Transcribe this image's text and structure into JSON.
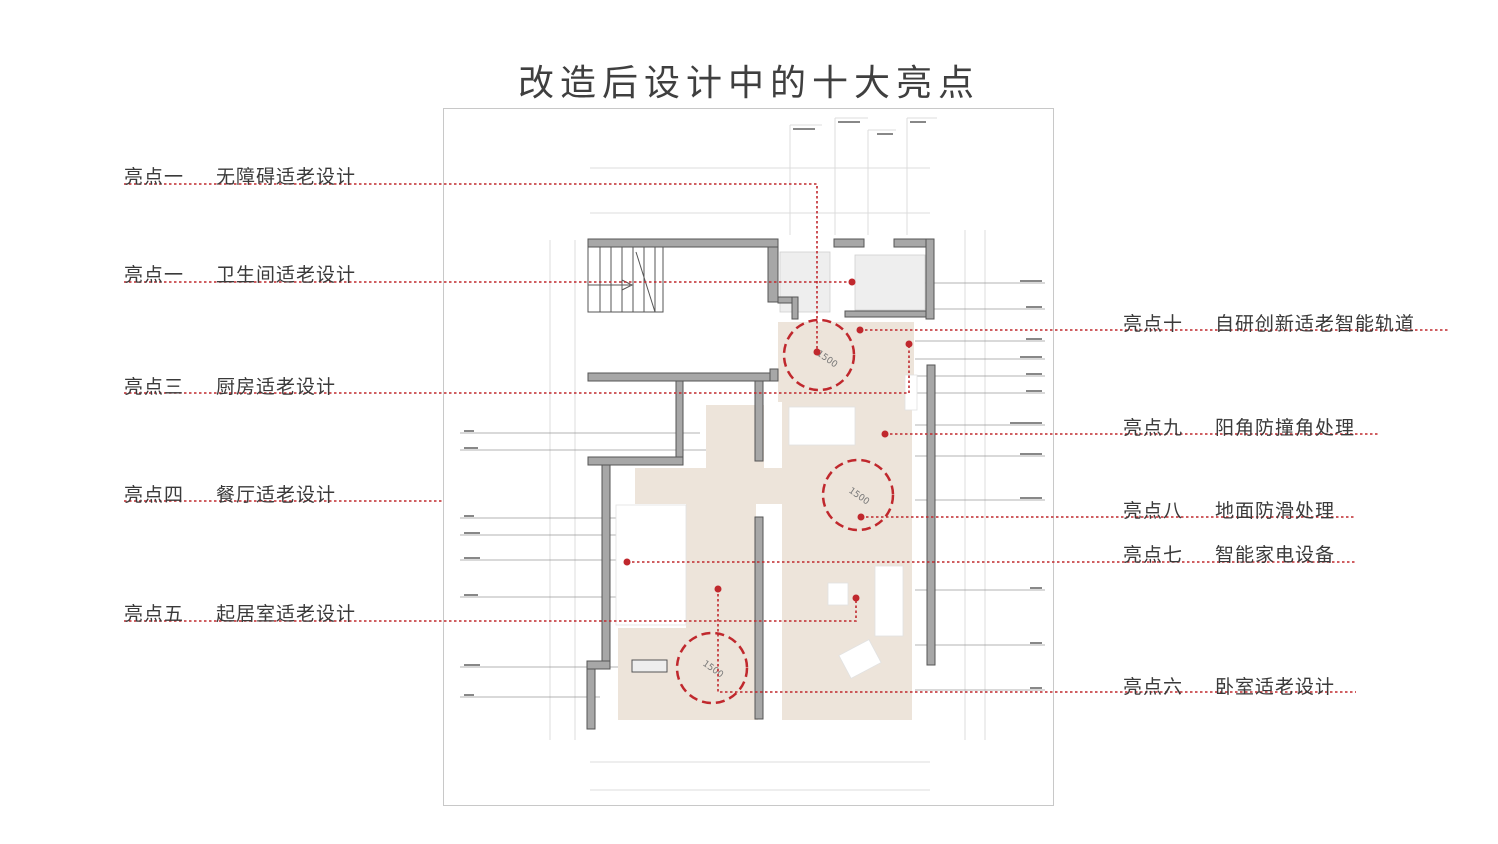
{
  "title": "改造后设计中的十大亮点",
  "accent_color": "#c0282d",
  "highlights_left": [
    {
      "num": "亮点一",
      "text": "无障碍适老设计"
    },
    {
      "num": "亮点一",
      "text": "卫生间适老设计"
    },
    {
      "num": "亮点三",
      "text": "厨房适老设计"
    },
    {
      "num": "亮点四",
      "text": "餐厅适老设计"
    },
    {
      "num": "亮点五",
      "text": "起居室适老设计"
    }
  ],
  "highlights_right": [
    {
      "num": "亮点十",
      "text": "自研创新适老智能轨道"
    },
    {
      "num": "亮点九",
      "text": "阳角防撞角处理"
    },
    {
      "num": "亮点八",
      "text": "地面防滑处理"
    },
    {
      "num": "亮点七",
      "text": "智能家电设备"
    },
    {
      "num": "亮点六",
      "text": "卧室适老设计"
    }
  ],
  "plan": {
    "turning_circle_label": "1500"
  }
}
